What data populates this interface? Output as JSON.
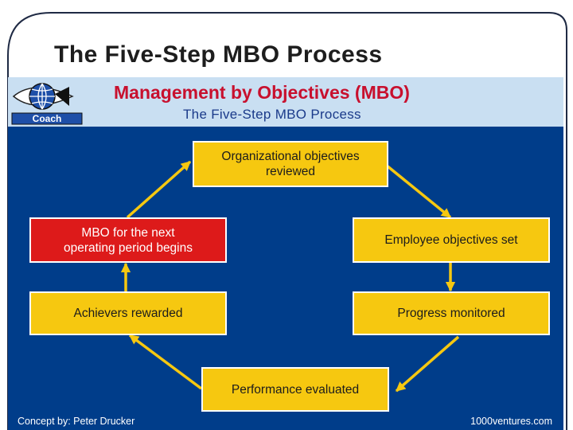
{
  "slide": {
    "title": "The Five-Step MBO Process"
  },
  "banner": {
    "logo_text": "Coach",
    "title": "Management by Objectives (MBO)",
    "subtitle": "The Five-Step MBO Process"
  },
  "steps": [
    {
      "label": "Organizational objectives\nreviewed"
    },
    {
      "label": "Employee objectives set"
    },
    {
      "label": "Progress monitored"
    },
    {
      "label": "Performance evaluated"
    },
    {
      "label": "Achievers rewarded"
    },
    {
      "label": "MBO for the next\noperating period begins"
    }
  ],
  "footer": {
    "left": "Concept by: Peter Drucker",
    "right": "1000ventures.com"
  },
  "colors": {
    "box": "#f6c810",
    "highlight_box": "#dd1a1a",
    "background": "#003d8a",
    "arrow": "#f6c810"
  }
}
